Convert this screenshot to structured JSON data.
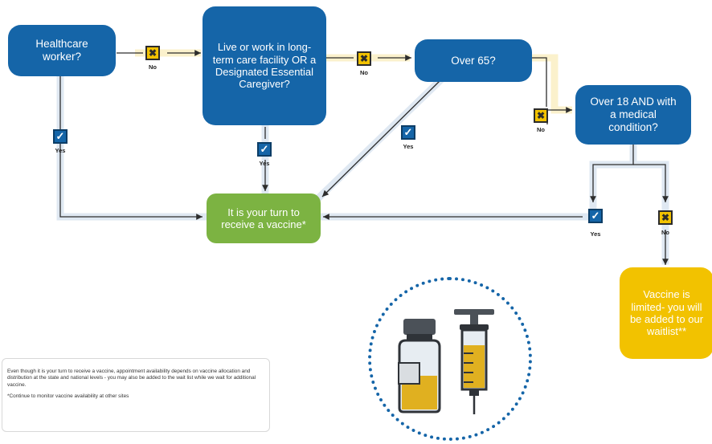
{
  "nodes": {
    "healthcare": "Healthcare worker?",
    "ltc": "Live or work in long-term care facility OR a Designated Essential Caregiver?",
    "over65": "Over 65?",
    "over18": "Over 18 AND with a medical condition?",
    "your_turn": "It is your turn to receive a vaccine*",
    "waitlist": "Vaccine is limited- you will be added to our waitlist**"
  },
  "labels": {
    "yes": "Yes",
    "no": "No"
  },
  "note": {
    "paragraph": "Even though it is your turn to receive a vaccine, appointment availability depends on vaccine allocation and distribution at the state and national levels - you may also be added to the wait list while we wait for additional vaccine.",
    "footnote": "*Continue to monitor vaccine availability at other sites"
  },
  "colors": {
    "blue": "#1565a8",
    "green": "#7cb342",
    "yellow": "#f2c200",
    "arrow_band": "#dfe8f2"
  }
}
